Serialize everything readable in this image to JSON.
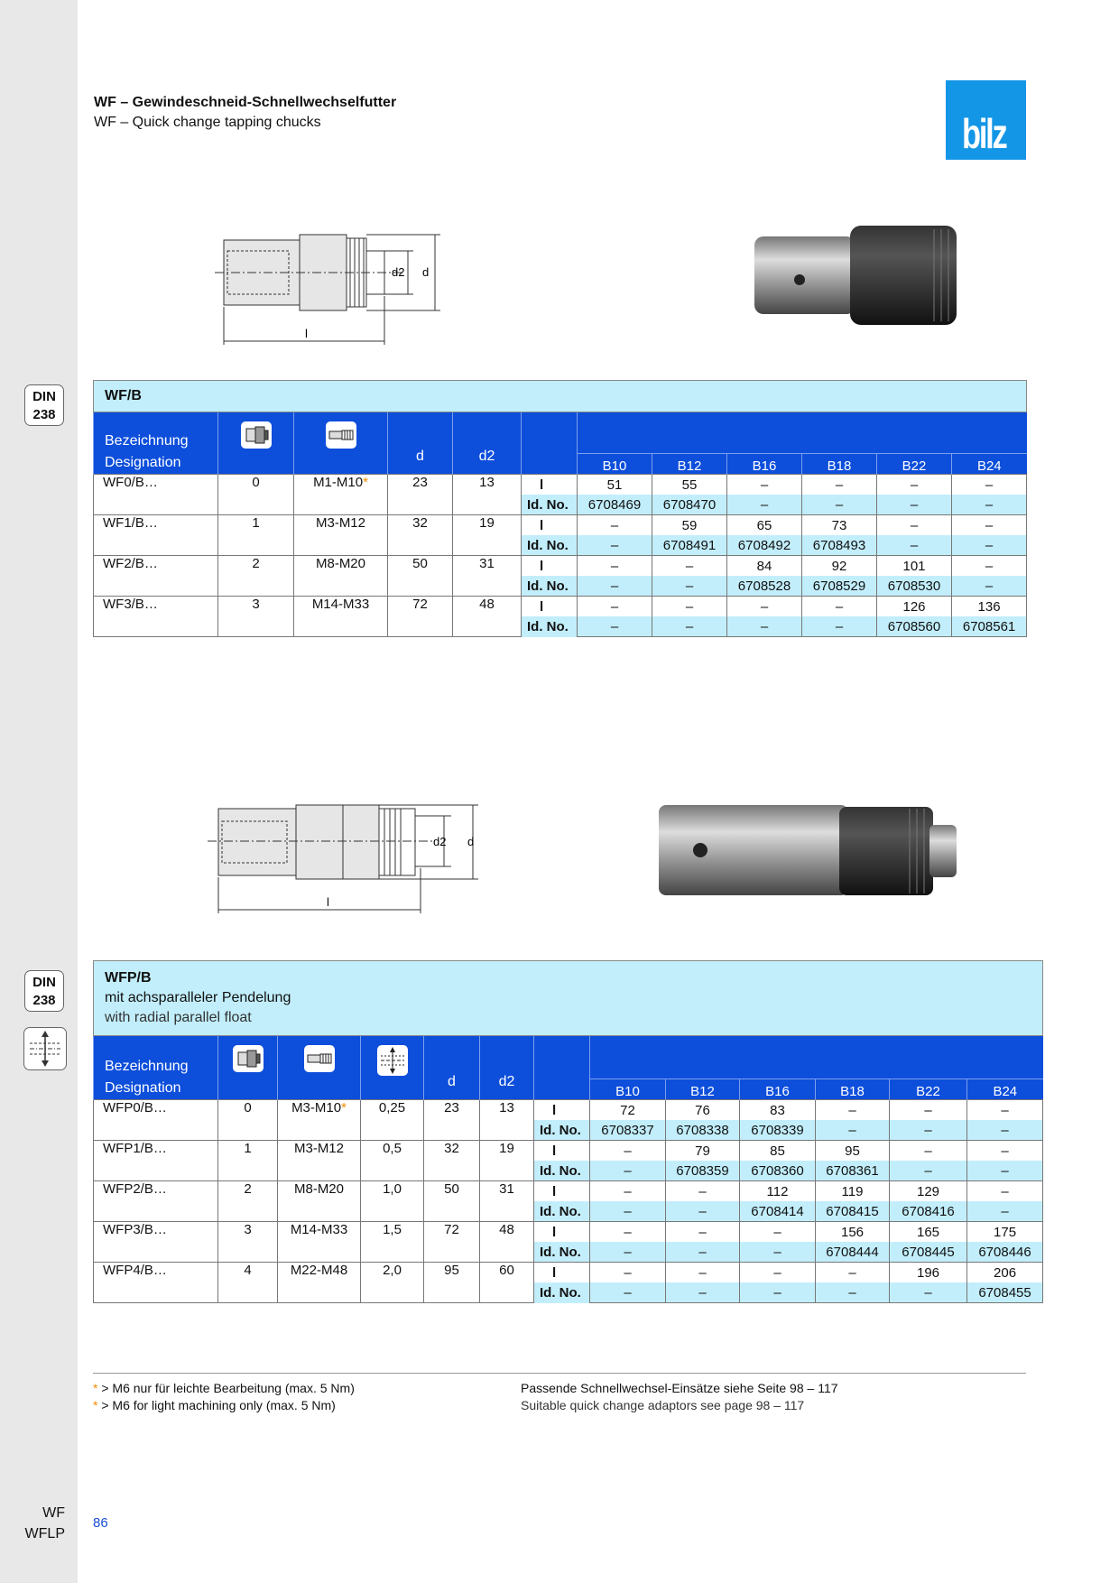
{
  "header": {
    "title_de": "WF – Gewindeschneid-Schnellwechselfutter",
    "title_en": "WF – Quick change tapping chucks",
    "logo": "bilz"
  },
  "sidebar": {
    "din_label": "DIN",
    "din_number": "238",
    "bottom_1": "WF",
    "bottom_2": "WFLP",
    "float_icon": "radial-float-icon"
  },
  "page_number": "86",
  "drawing_labels": {
    "d2": "d2",
    "d": "d",
    "l": "l"
  },
  "table1": {
    "caption": "WF/B",
    "header_de": "Bezeichnung",
    "header_en": "Designation",
    "col_d": "d",
    "col_d2": "d2",
    "sizes": [
      "B10",
      "B12",
      "B16",
      "B18",
      "B22",
      "B24"
    ],
    "rows": [
      {
        "name": "WF0/B…",
        "size": "0",
        "thread": "M1-M10",
        "star": "*",
        "d": "23",
        "d2": "13",
        "l_label": "l",
        "id_label": "Id. No.",
        "l": [
          "51",
          "55",
          "–",
          "–",
          "–",
          "–"
        ],
        "id": [
          "6708469",
          "6708470",
          "–",
          "–",
          "–",
          "–"
        ]
      },
      {
        "name": "WF1/B…",
        "size": "1",
        "thread": "M3-M12",
        "star": "",
        "d": "32",
        "d2": "19",
        "l_label": "l",
        "id_label": "Id. No.",
        "l": [
          "–",
          "59",
          "65",
          "73",
          "–",
          "–"
        ],
        "id": [
          "–",
          "6708491",
          "6708492",
          "6708493",
          "–",
          "–"
        ]
      },
      {
        "name": "WF2/B…",
        "size": "2",
        "thread": "M8-M20",
        "star": "",
        "d": "50",
        "d2": "31",
        "l_label": "l",
        "id_label": "Id. No.",
        "l": [
          "–",
          "–",
          "84",
          "92",
          "101",
          "–"
        ],
        "id": [
          "–",
          "–",
          "6708528",
          "6708529",
          "6708530",
          "–"
        ]
      },
      {
        "name": "WF3/B…",
        "size": "3",
        "thread": "M14-M33",
        "star": "",
        "d": "72",
        "d2": "48",
        "l_label": "l",
        "id_label": "Id. No.",
        "l": [
          "–",
          "–",
          "–",
          "–",
          "126",
          "136"
        ],
        "id": [
          "–",
          "–",
          "–",
          "–",
          "6708560",
          "6708561"
        ]
      }
    ]
  },
  "table2": {
    "caption": "WFP/B",
    "caption_de": "mit achsparalleler Pendelung",
    "caption_en": "with radial parallel float",
    "header_de": "Bezeichnung",
    "header_en": "Designation",
    "col_d": "d",
    "col_d2": "d2",
    "sizes": [
      "B10",
      "B12",
      "B16",
      "B18",
      "B22",
      "B24"
    ],
    "rows": [
      {
        "name": "WFP0/B…",
        "size": "0",
        "thread": "M3-M10",
        "star": "*",
        "float": "0,25",
        "d": "23",
        "d2": "13",
        "l_label": "l",
        "id_label": "Id. No.",
        "l": [
          "72",
          "76",
          "83",
          "–",
          "–",
          "–"
        ],
        "id": [
          "6708337",
          "6708338",
          "6708339",
          "–",
          "–",
          "–"
        ]
      },
      {
        "name": "WFP1/B…",
        "size": "1",
        "thread": "M3-M12",
        "star": "",
        "float": "0,5",
        "d": "32",
        "d2": "19",
        "l_label": "l",
        "id_label": "Id. No.",
        "l": [
          "–",
          "79",
          "85",
          "95",
          "–",
          "–"
        ],
        "id": [
          "–",
          "6708359",
          "6708360",
          "6708361",
          "–",
          "–"
        ]
      },
      {
        "name": "WFP2/B…",
        "size": "2",
        "thread": "M8-M20",
        "star": "",
        "float": "1,0",
        "d": "50",
        "d2": "31",
        "l_label": "l",
        "id_label": "Id. No.",
        "l": [
          "–",
          "–",
          "112",
          "119",
          "129",
          "–"
        ],
        "id": [
          "–",
          "–",
          "6708414",
          "6708415",
          "6708416",
          "–"
        ]
      },
      {
        "name": "WFP3/B…",
        "size": "3",
        "thread": "M14-M33",
        "star": "",
        "float": "1,5",
        "d": "72",
        "d2": "48",
        "l_label": "l",
        "id_label": "Id. No.",
        "l": [
          "–",
          "–",
          "–",
          "156",
          "165",
          "175"
        ],
        "id": [
          "–",
          "–",
          "–",
          "6708444",
          "6708445",
          "6708446"
        ]
      },
      {
        "name": "WFP4/B…",
        "size": "4",
        "thread": "M22-M48",
        "star": "",
        "float": "2,0",
        "d": "95",
        "d2": "60",
        "l_label": "l",
        "id_label": "Id. No.",
        "l": [
          "–",
          "–",
          "–",
          "–",
          "196",
          "206"
        ],
        "id": [
          "–",
          "–",
          "–",
          "–",
          "–",
          "6708455"
        ]
      }
    ]
  },
  "footnotes": {
    "star": "*",
    "note_de": "> M6 nur für leichte Bearbeitung (max. 5 Nm)",
    "note_en": "> M6 for light machining only (max. 5 Nm)",
    "ref_de": "Passende Schnellwechsel-Einsätze siehe Seite 98 – 117",
    "ref_en": "Suitable quick change adaptors see page 98 – 117"
  },
  "colors": {
    "header_blue": "#0d4edb",
    "light_cyan": "#c2eefb",
    "logo_blue": "#1496e6",
    "star_orange": "#f08c00"
  }
}
